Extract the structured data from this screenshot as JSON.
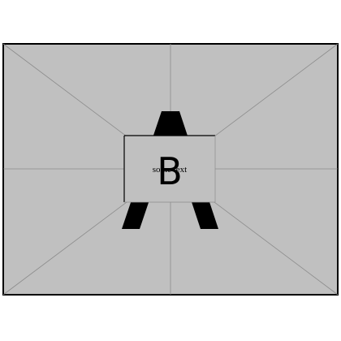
{
  "figure": {
    "letter_a": "A",
    "letter_b": "B",
    "caption": "some text"
  },
  "colors": {
    "placeholder_fill": "#c0c0c0",
    "frame_stroke": "#000000",
    "diagonal_stroke": "#8c8c8c",
    "glyph_fill": "#000000"
  }
}
